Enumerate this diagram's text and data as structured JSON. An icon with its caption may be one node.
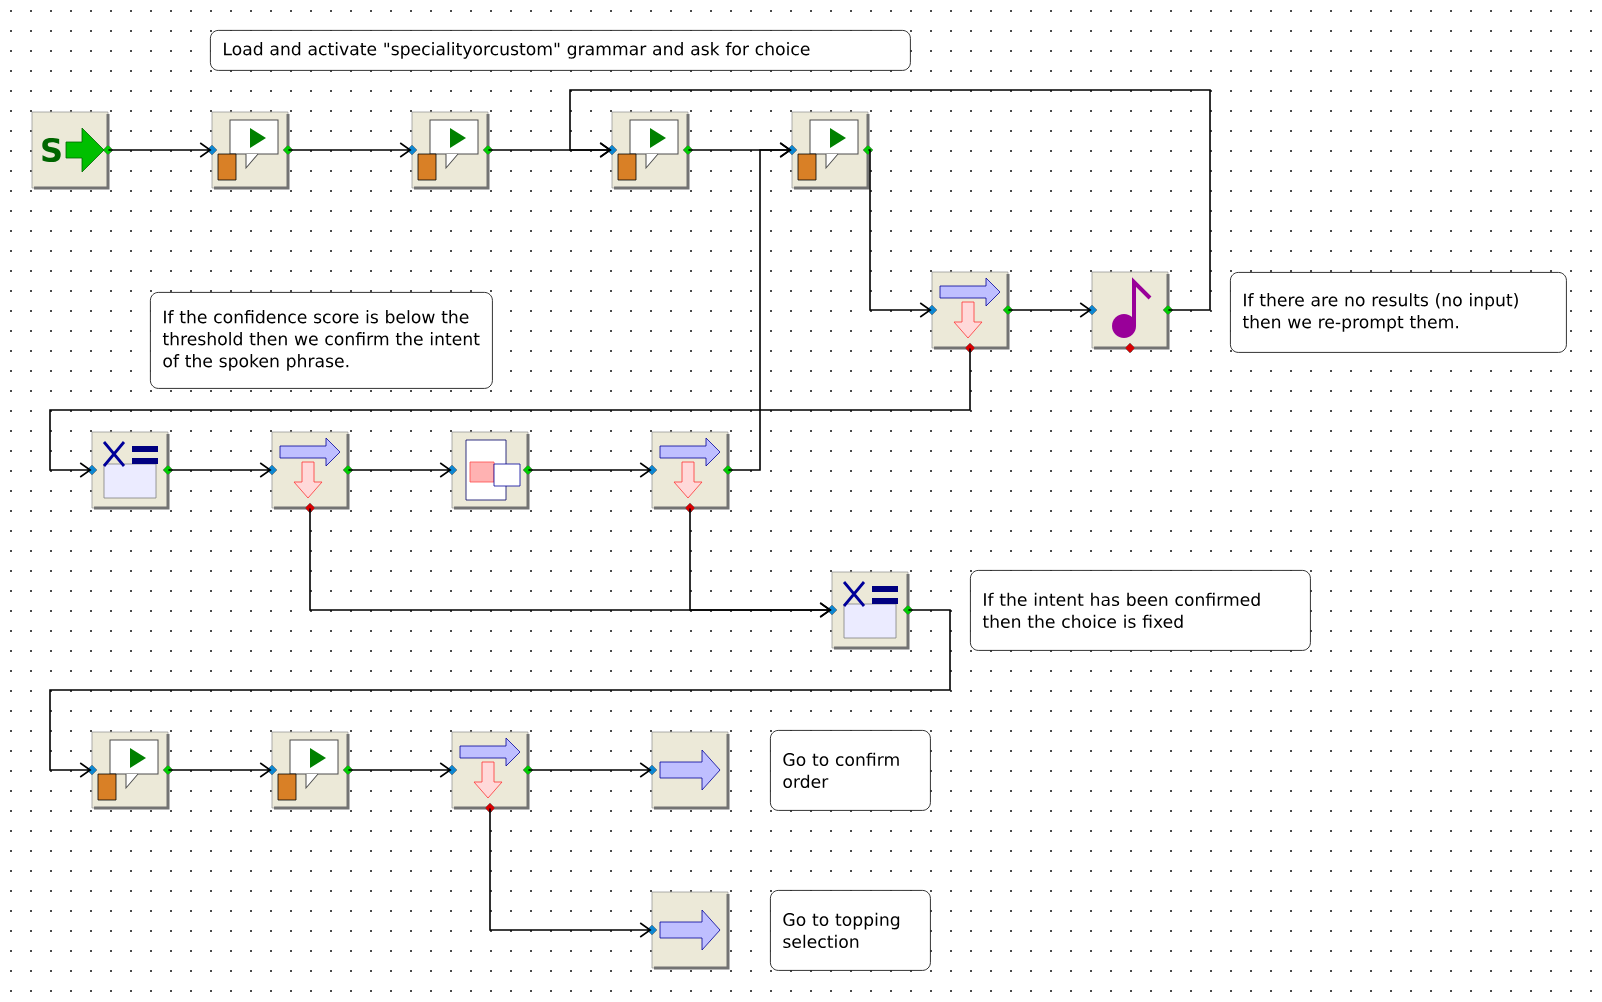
{
  "diagram": {
    "nodes": [
      {
        "text": [
          "S"
        ]
      },
      {
        "text": [],
        "shape": "box"
      },
      {
        "text": [],
        "shape": "box"
      },
      {
        "text": [],
        "shape": "box"
      },
      {
        "text": [],
        "shape": "box"
      },
      {
        "text": [],
        "shape": "box"
      },
      {
        "text": [],
        "shape": "box"
      },
      {
        "text": [],
        "shape": "box"
      },
      {
        "text": [],
        "shape": "box"
      },
      {
        "text": [],
        "shape": "box"
      },
      {
        "text": [],
        "shape": "box"
      },
      {
        "text": [],
        "shape": "box"
      },
      {
        "text": [],
        "shape": "box"
      },
      {
        "text": [],
        "shape": "box"
      },
      {
        "text": [],
        "shape": "box"
      },
      {
        "text": [],
        "shape": "box"
      },
      {
        "text": [],
        "shape": "box"
      },
      {
        "text": [
          "Load and activate \"specialityorcustom\" grammar and ask for choice"
        ]
      },
      {
        "text": [
          "If the confidence score is below the threshold then we confirm the intent of the spoken phrase."
        ]
      },
      {
        "text": [
          "If there are no results (no input) then we re-prompt them."
        ]
      },
      {
        "text": [
          "If the intent has been confirmed then the choice is fixed"
        ]
      },
      {
        "text": [
          "Go to confirm order"
        ]
      },
      {
        "text": [
          "Go to topping selection"
        ]
      }
    ],
    "edges": [
      {
        "from": 0,
        "to": 1,
        "arrow": "to"
      },
      {
        "from": 1,
        "to": 2,
        "arrow": "to"
      },
      {
        "from": 2,
        "to": 3,
        "arrow": "to"
      },
      {
        "from": 3,
        "to": 4,
        "arrow": "to"
      },
      {
        "from": 4,
        "to": 5,
        "arrow": "to"
      },
      {
        "from": 5,
        "to": 6,
        "arrow": "to"
      },
      {
        "from": 6,
        "to": 3,
        "arrow": "to"
      },
      {
        "from": 5,
        "to": 7,
        "arrow": "to"
      },
      {
        "from": 7,
        "to": 8,
        "arrow": "to"
      },
      {
        "from": 8,
        "to": 9,
        "arrow": "to"
      },
      {
        "from": 9,
        "to": 10,
        "arrow": "to"
      },
      {
        "from": 10,
        "to": 4,
        "arrow": "to"
      },
      {
        "from": 8,
        "to": 11,
        "arrow": "to"
      },
      {
        "from": 10,
        "to": 11,
        "arrow": "to"
      },
      {
        "from": 11,
        "to": 12,
        "arrow": "to"
      },
      {
        "from": 12,
        "to": 13,
        "arrow": "to"
      },
      {
        "from": 13,
        "to": 14,
        "arrow": "to"
      },
      {
        "from": 14,
        "to": 15,
        "arrow": "to"
      },
      {
        "from": 14,
        "to": 16,
        "arrow": "to"
      }
    ]
  }
}
